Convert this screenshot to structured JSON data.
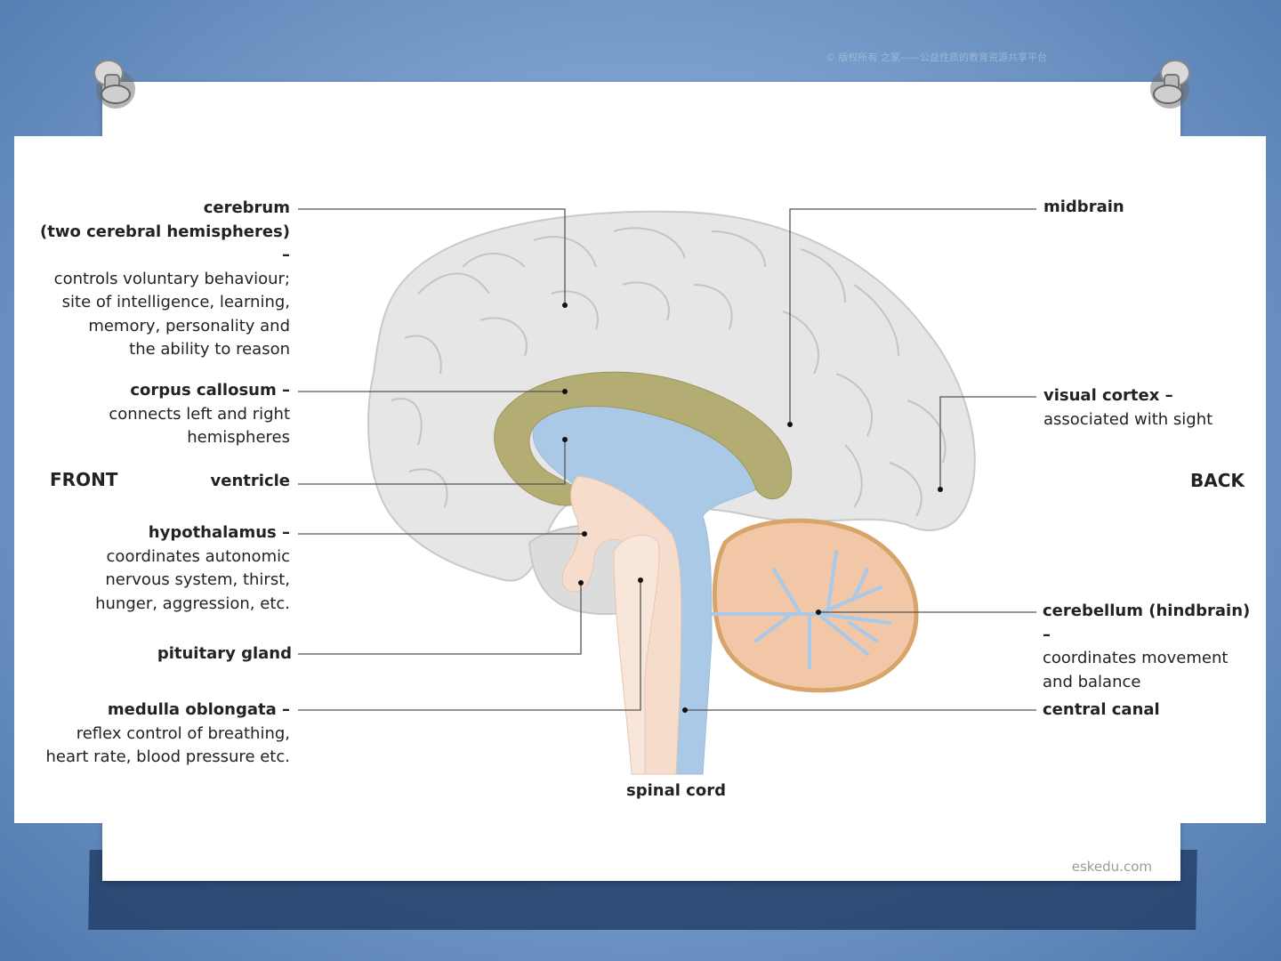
{
  "slide": {
    "faint_header": "© 版权所有 之家——公益性质的教育资源共享平台",
    "watermark": "eskedu.com"
  },
  "direction": {
    "front": "FRONT",
    "back": "BACK"
  },
  "labels": {
    "cerebrum": {
      "title": "cerebrum",
      "title2": "(two cerebral hemispheres) –",
      "desc": [
        "controls voluntary behaviour;",
        "site of intelligence, learning,",
        "memory, personality and",
        "the ability to reason"
      ]
    },
    "corpus_callosum": {
      "title": "corpus callosum –",
      "desc": [
        "connects left and right",
        "hemispheres"
      ]
    },
    "ventricle": {
      "title": "ventricle"
    },
    "hypothalamus": {
      "title": "hypothalamus –",
      "desc": [
        "coordinates autonomic",
        "nervous system, thirst,",
        "hunger, aggression, etc."
      ]
    },
    "pituitary": {
      "title": "pituitary gland"
    },
    "medulla": {
      "title": "medulla oblongata –",
      "desc": [
        "reflex control of breathing,",
        "heart rate, blood pressure etc."
      ]
    },
    "spinal_cord": {
      "title": "spinal cord"
    },
    "midbrain": {
      "title": "midbrain"
    },
    "visual_cortex": {
      "title": "visual cortex –",
      "desc": [
        "associated with sight"
      ]
    },
    "cerebellum": {
      "title": "cerebellum (hindbrain) –",
      "desc": [
        "coordinates movement",
        "and balance"
      ]
    },
    "central_canal": {
      "title": "central canal"
    }
  },
  "colors": {
    "brain": "#e6e6e6",
    "corpus_callosum": "#b3ad74",
    "ventricle": "#a9c9e6",
    "brainstem": "#f6dccb",
    "cerebellum": "#f2c7a8",
    "cerebellum_edge": "#d7a46a",
    "leader": "#555555"
  }
}
